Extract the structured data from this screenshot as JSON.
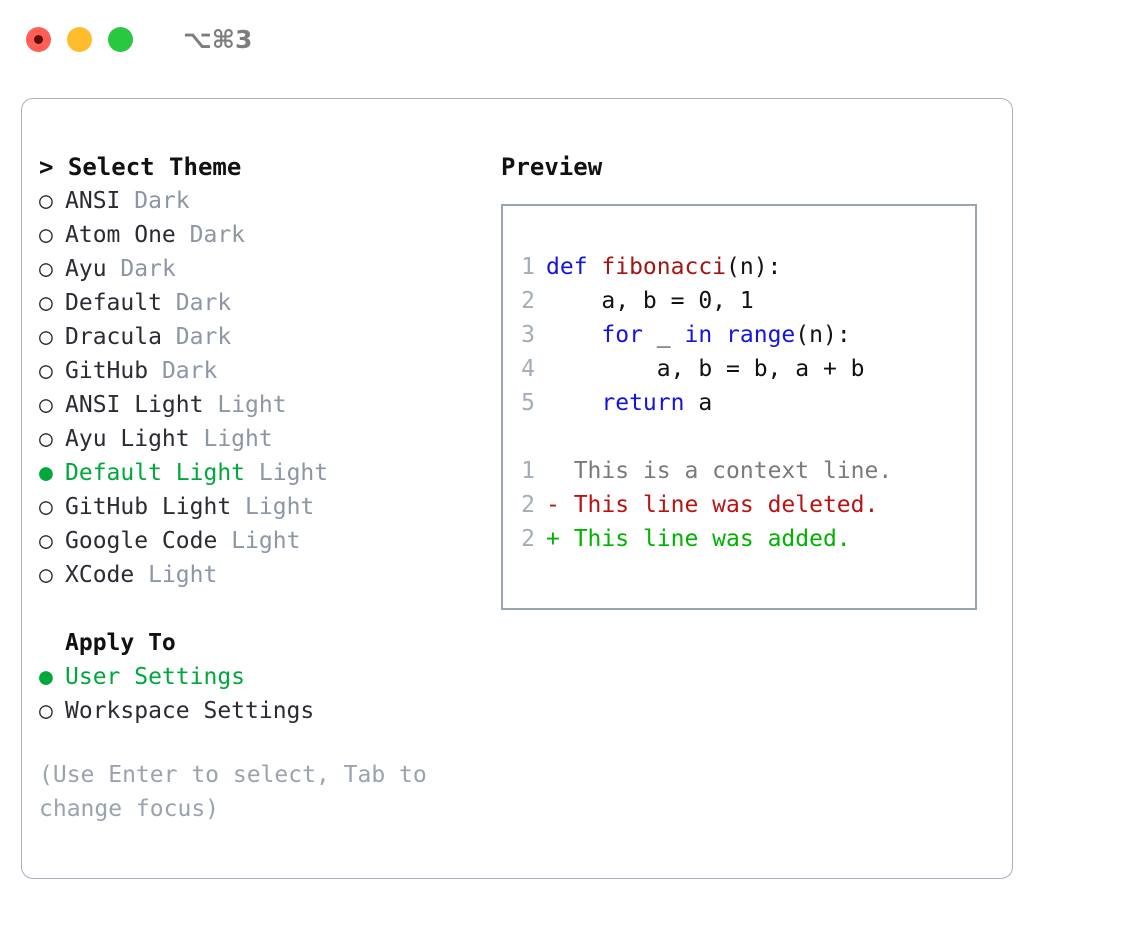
{
  "window": {
    "shortcut": "⌥⌘3",
    "traffic_lights": [
      {
        "name": "close",
        "color": "#ff5f57"
      },
      {
        "name": "minimize",
        "color": "#ffbd2e"
      },
      {
        "name": "maximize",
        "color": "#28c840"
      }
    ]
  },
  "theme_panel": {
    "title": "> Select Theme",
    "options": [
      {
        "bullet": "○",
        "name": "ANSI",
        "tag": "Dark",
        "selected": false
      },
      {
        "bullet": "○",
        "name": "Atom One",
        "tag": "Dark",
        "selected": false
      },
      {
        "bullet": "○",
        "name": "Ayu",
        "tag": "Dark",
        "selected": false
      },
      {
        "bullet": "○",
        "name": "Default",
        "tag": "Dark",
        "selected": false
      },
      {
        "bullet": "○",
        "name": "Dracula",
        "tag": "Dark",
        "selected": false
      },
      {
        "bullet": "○",
        "name": "GitHub",
        "tag": "Dark",
        "selected": false
      },
      {
        "bullet": "○",
        "name": "ANSI Light",
        "tag": "Light",
        "selected": false
      },
      {
        "bullet": "○",
        "name": "Ayu Light",
        "tag": "Light",
        "selected": false
      },
      {
        "bullet": "●",
        "name": "Default Light",
        "tag": "Light",
        "selected": true
      },
      {
        "bullet": "○",
        "name": "GitHub Light",
        "tag": "Light",
        "selected": false
      },
      {
        "bullet": "○",
        "name": "Google Code",
        "tag": "Light",
        "selected": false
      },
      {
        "bullet": "○",
        "name": "XCode",
        "tag": "Light",
        "selected": false
      }
    ],
    "apply_to": {
      "heading": "Apply To",
      "options": [
        {
          "bullet": "●",
          "name": "User Settings",
          "selected": true
        },
        {
          "bullet": "○",
          "name": "Workspace Settings",
          "selected": false
        }
      ]
    },
    "hint": "(Use Enter to select, Tab to change focus)"
  },
  "preview_panel": {
    "title": "Preview",
    "code_lines": [
      {
        "num": "1",
        "tokens": [
          {
            "text": "def ",
            "style": "kw"
          },
          {
            "text": "fibonacci",
            "style": "fn"
          },
          {
            "text": "(n):",
            "style": "plain"
          }
        ]
      },
      {
        "num": "2",
        "tokens": [
          {
            "text": "    a, b = 0, 1",
            "style": "plain"
          }
        ]
      },
      {
        "num": "3",
        "tokens": [
          {
            "text": "    ",
            "style": "plain"
          },
          {
            "text": "for",
            "style": "kw"
          },
          {
            "text": " _ ",
            "style": "plain"
          },
          {
            "text": "in",
            "style": "kw"
          },
          {
            "text": " ",
            "style": "plain"
          },
          {
            "text": "range",
            "style": "kw"
          },
          {
            "text": "(n):",
            "style": "plain"
          }
        ]
      },
      {
        "num": "4",
        "tokens": [
          {
            "text": "        a, b = b, a + b",
            "style": "plain"
          }
        ]
      },
      {
        "num": "5",
        "tokens": [
          {
            "text": "    ",
            "style": "plain"
          },
          {
            "text": "return",
            "style": "kw"
          },
          {
            "text": " a",
            "style": "plain"
          }
        ]
      }
    ],
    "diff_lines": [
      {
        "num": "1",
        "marker": "  ",
        "text": "This is a context line.",
        "style": "diff-ctx"
      },
      {
        "num": "2",
        "marker": "- ",
        "text": "This line was deleted.",
        "style": "diff-del"
      },
      {
        "num": "2",
        "marker": "+ ",
        "text": "This line was added.",
        "style": "diff-add"
      }
    ]
  },
  "colors": {
    "accent_green": "#00a83c",
    "tag_gray": "#8c96a5",
    "hint_gray": "#9aa3b0",
    "keyword_blue": "#1414e0",
    "function_red": "#a31515",
    "diff_deleted": "#b81414",
    "diff_added": "#00b300",
    "panel_border": "#a9b2bf"
  }
}
